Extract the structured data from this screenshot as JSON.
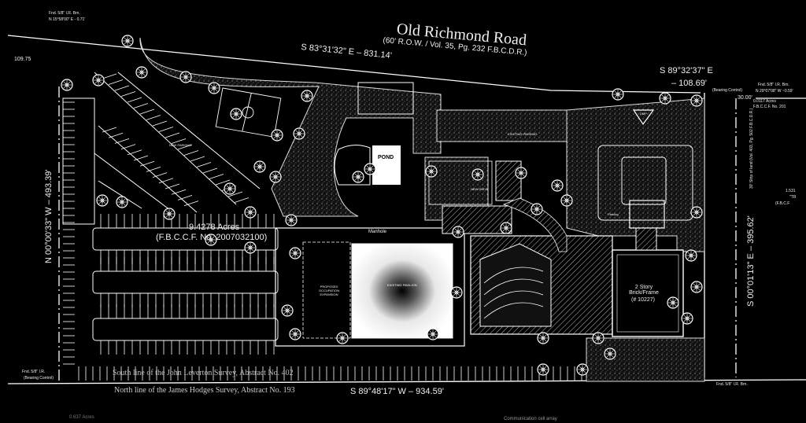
{
  "road": {
    "name": "Old Richmond Road",
    "row_note": "(60' R.O.W. / Vol. 35, Pg. 232 F.B.C.D.R.)"
  },
  "bearings": {
    "north_main": "S 83°31'32\" E – 831.14'",
    "north_east": "S 89°32'37\" E",
    "north_east_dist": "– 108.69'",
    "west": "N 00°00'33\" W – 493.39'",
    "east": "S 00°01'13\" E – 395.62'",
    "south": "S 89°48'17\" W – 934.59'"
  },
  "corners": {
    "nw_pin": "Fnd. 5/8\" I.R. Brn.",
    "nw_pin_bearing": "N 15°58'00\" E - 0.71'",
    "nw_dist": "109.75",
    "ne_pin": "Fnd. 5/8\" I.R. Brn.",
    "ne_pin_note": "(Bearing Control)",
    "ne_pin_bearing": "N 29°07'08\" W ~0.59'",
    "sw_pin": "Fnd. 5/8\" I.R.",
    "sw_pin_note": "(Bearing Control)",
    "se_pin": "Fnd. 5/8\" I.R. Brn.",
    "east_offset": "30.00'"
  },
  "tract": {
    "acreage": "9.4278 Acres",
    "record": "(F.B.C.C.F. No. 2007032100)"
  },
  "east_strip": {
    "acreage": "0.0117 Acres",
    "record": "F.B.C.C.F. No. 201",
    "strip_note": "30' Strip of land (Vol. 403, Pg. 502 F.B.C.D.R.)"
  },
  "survey_lines": {
    "south_line": "South line of the John Leverton Survey, Abstract No. 402",
    "north_line": "North line of the James Hodges Survey, Abstract No. 193"
  },
  "features": {
    "pond": "POND",
    "manhole": "Manhole",
    "proposed_expansion": "PROPOSED OCCUPATION EXPANSION",
    "existing_pavilion": "EXISTING PAVILION",
    "story_frame": "2 Story Brick/Frame",
    "story_frame_num": "(# 10227)",
    "new_parking": "NEW PARKING",
    "existing_parking": "EXISTING PARKING",
    "parking": "Parking",
    "new_drive": "NEW DRIVE",
    "dump": "DMP"
  },
  "right_edge": {
    "num": "1.531",
    "tr": "\"TR",
    "fbcf": "(F.B.C.F"
  },
  "bottom": {
    "left_acres": "0.637 Acres",
    "center_note": "Communication cell array"
  }
}
